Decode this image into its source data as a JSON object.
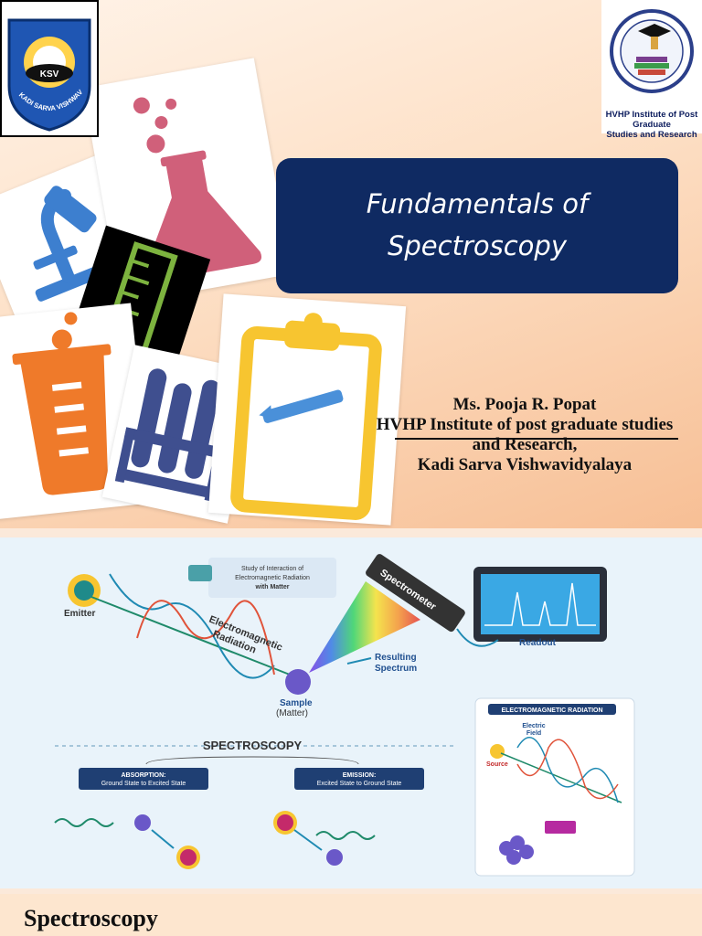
{
  "logos": {
    "left_emblem_text": "KSV",
    "left_ring_text": "KADI SARVA VISHWAVIDYALAYA",
    "right_caption_line1": "HVHP Institute of Post Graduate",
    "right_caption_line2": "Studies and Research"
  },
  "title": {
    "line1": "Fundamentals of",
    "line2": "Spectroscopy"
  },
  "author": {
    "name": "Ms. Pooja R. Popat",
    "institute_line1": "HVHP Institute of post graduate studies",
    "institute_line2": "and Research,",
    "university": "Kadi Sarva Vishwavidyalaya"
  },
  "diagram": {
    "callout": "Study of Interaction of Electromagnetic Radiation with Matter",
    "callout_line1": "Study of Interaction of",
    "callout_line2": "Electromagnetic Radiation",
    "callout_line3": "with Matter",
    "emitter": "Emitter",
    "em_label_line1": "Electromagnetic",
    "em_label_line2": "Radiation",
    "spectrometer": "Spectrometer",
    "readout": "Readout",
    "resulting_line1": "Resulting",
    "resulting_line2": "Spectrum",
    "sample": "Sample",
    "matter": "(Matter)",
    "heading": "SPECTROSCOPY",
    "absorption_line1": "ABSORPTION:",
    "absorption_line2": "Ground State to Excited State",
    "emission_line1": "EMISSION:",
    "emission_line2": "Excited State to Ground State",
    "em_box_title": "ELECTROMAGNETIC RADIATION",
    "electric_line1": "Electric",
    "electric_line2": "Field",
    "source": "Source"
  },
  "footer": {
    "title": "Spectroscopy"
  },
  "colors": {
    "title_box": "#0f2a62",
    "flask_pink": "#d0607a",
    "microscope_blue": "#3d7fcf",
    "ruler_green": "#7db33f",
    "beaker_orange": "#ef7a2a",
    "tubes_navy": "#3f4f8f",
    "clipboard_yellow": "#f7c530"
  }
}
